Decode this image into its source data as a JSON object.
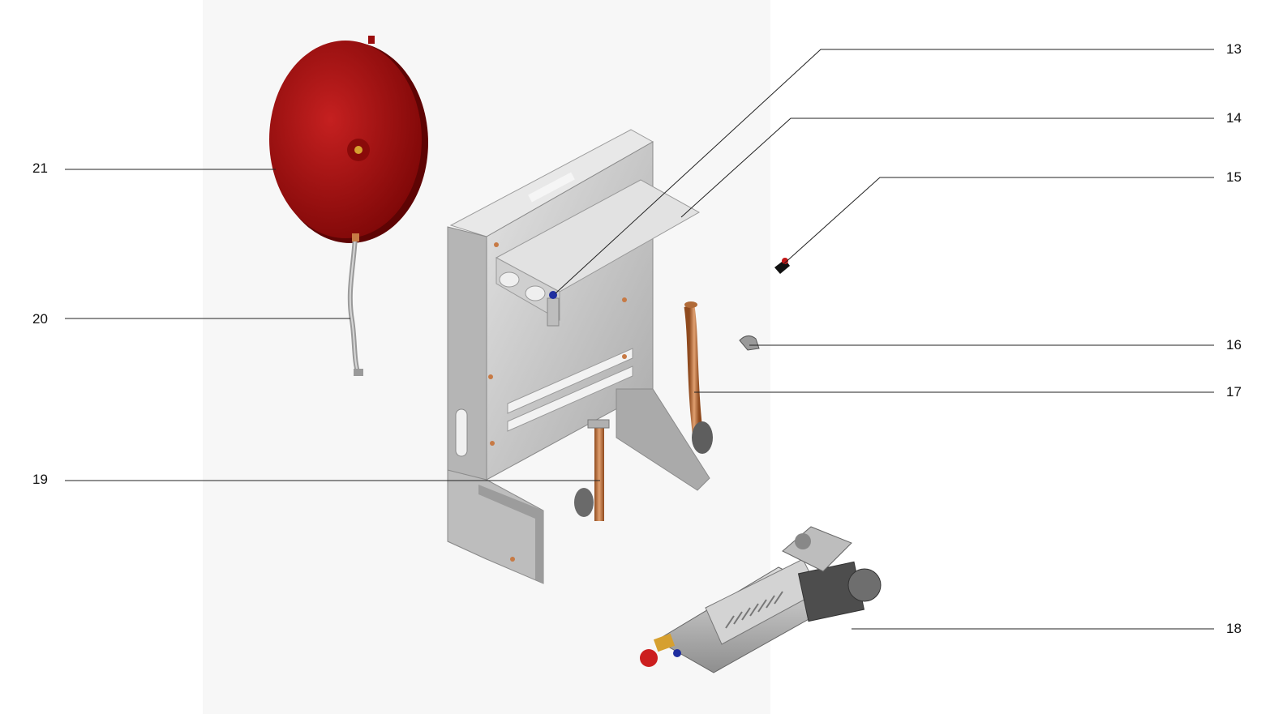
{
  "diagram": {
    "callouts": [
      {
        "id": "13",
        "label": "13"
      },
      {
        "id": "14",
        "label": "14"
      },
      {
        "id": "15",
        "label": "15"
      },
      {
        "id": "16",
        "label": "16"
      },
      {
        "id": "17",
        "label": "17"
      },
      {
        "id": "18",
        "label": "18"
      },
      {
        "id": "19",
        "label": "19"
      },
      {
        "id": "20",
        "label": "20"
      },
      {
        "id": "21",
        "label": "21"
      }
    ],
    "colors": {
      "vessel_red": "#a80f0f",
      "frame_grey": "#c9c9c9",
      "copper": "#c77a45",
      "leader_line": "#222222"
    }
  }
}
